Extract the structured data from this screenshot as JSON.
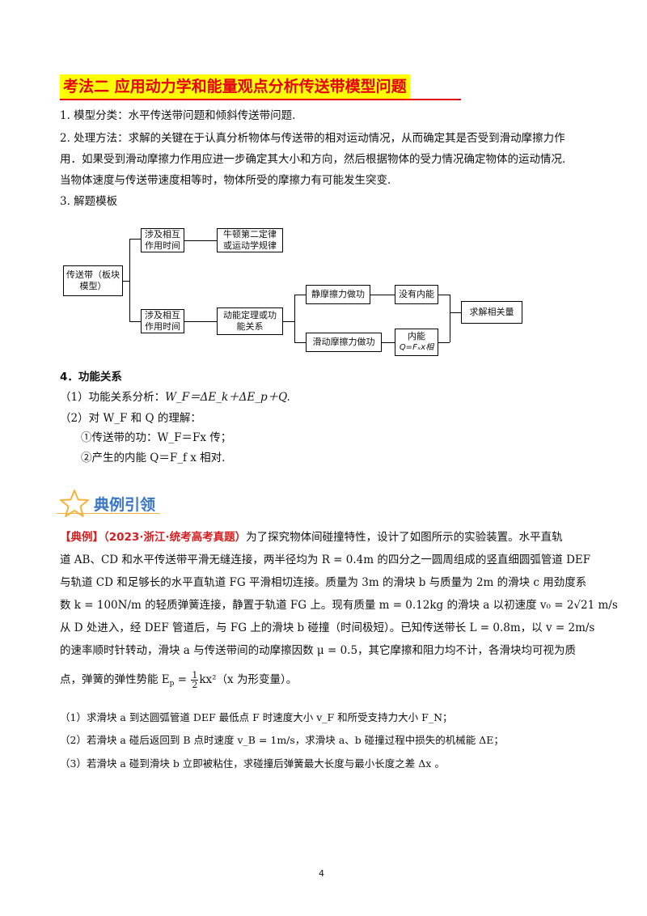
{
  "title": "考法二   应用动力学和能量观点分析传送带模型问题",
  "items": {
    "i1": "1. 模型分类：水平传送带问题和倾斜传送带问题.",
    "i2a": "2. 处理方法：求解的关键在于认真分析物体与传送带的相对运动情况，从而确定其是否受到滑动摩擦力作",
    "i2b": "用．如果受到滑动摩擦力作用应进一步确定其大小和方向，然后根据物体的受力情况确定物体的运动情况.",
    "i2c": "当物体速度与传送带速度相等时，物体所受的摩擦力有可能发生突变.",
    "i3": "3. 解题模板"
  },
  "flow": {
    "root": "传送带（板块模型）",
    "a1": "涉及相互作用时间",
    "a2": "牛顿第二定律或运动学规律",
    "b1": "涉及相互作用时间",
    "b2": "动能定理或功能关系",
    "c1": "静摩擦力做功",
    "c2": "没有内能",
    "d1": "滑动摩擦力做功",
    "d2a": "内能",
    "d2b": "Q=Fₓx相",
    "end": "求解相关量"
  },
  "s4": {
    "head": "4．功能关系",
    "l1_pre": "（1）功能关系分析：",
    "l1_formula": "W_F＝ΔE_k＋ΔE_p＋Q.",
    "l2": "（2）对 W_F 和 Q 的理解：",
    "l3": "①传送带的功：W_F＝Fx 传；",
    "l4": "②产生的内能 Q＝F_f x 相对."
  },
  "example": {
    "heading": "典例引领",
    "tag": "【典例】",
    "source": "（2023·浙江·统考高考真题）",
    "l1": "为了探究物体间碰撞特性，设计了如图所示的实验装置。水平直轨",
    "l2": "道 AB、CD 和水平传送带平滑无缝连接，两半径均为 R = 0.4m 的四分之一圆周组成的竖直细圆弧管道 DEF",
    "l3": "与轨道 CD 和足够长的水平直轨道 FG 平滑相切连接。质量为 3m 的滑块 b 与质量为 2m 的滑块 c 用劲度系",
    "l4": "数 k = 100N/m 的轻质弹簧连接，静置于轨道 FG 上。现有质量 m = 0.12kg 的滑块 a 以初速度 v₀ = 2√21 m/s",
    "l5": "从 D 处进入，经 DEF 管道后，与 FG 上的滑块 b 碰撞（时间极短）。已知传送带长 L = 0.8m，以 v = 2m/s",
    "l6": "的速率顺时针转动，滑块 a 与传送带间的动摩擦因数 μ = 0.5，其它摩擦和阻力均不计，各滑块均可视为质",
    "l7_pre": "点，弹簧的弹性势能 E",
    "l7_num": "1",
    "l7_den": "2",
    "l7_post": "kx²（x 为形变量）。",
    "q1": "（1）求滑块 a 到达圆弧管道 DEF 最低点 F 时速度大小 v_F 和所受支持力大小 F_N；",
    "q2": "（2）若滑块 a 碰后返回到 B 点时速度 v_B = 1m/s，求滑块 a、b 碰撞过程中损失的机械能 ΔE；",
    "q3": "（3）若滑块 a 碰到滑块 b 立即被粘住，求碰撞后弹簧最大长度与最小长度之差 Δx 。"
  },
  "page_number": "4"
}
